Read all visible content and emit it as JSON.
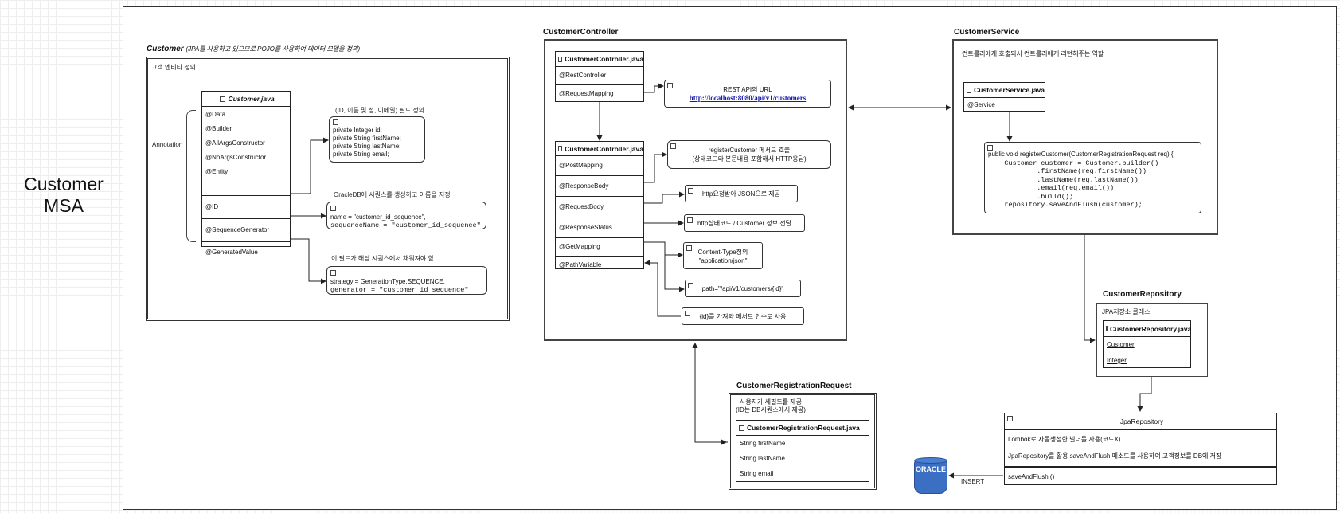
{
  "msa_label": [
    "Customer",
    "MSA"
  ],
  "customer": {
    "title_main": "Customer",
    "title_sub": "(JPA를 사용하고 있으므로 POJO를 사용하여 데이터 모델을 정의)",
    "box_label": "고객 엔티티 정의",
    "annotation_label": "Annotation",
    "class_name": "Customer.java",
    "annotations": [
      "@Data",
      "@Builder",
      "@AllArgsConstructor",
      "@NoArgsConstructor",
      "@Entity"
    ],
    "id_row": "@ID",
    "seq_row": "@SequenceGenerator",
    "gen_row": "@GeneratedValue",
    "note1_label": "(ID, 이름 및 성, 이메일) 필드 정의",
    "note1_lines": [
      "private Integer id;",
      "private String firstName;",
      "private String lastName;",
      "private String email;"
    ],
    "note2_label": "OracleDB에 시퀀스를 생성하고 이름을 지정",
    "note2_lines": [
      "name = \"customer_id_sequence\",",
      "sequenceName = \"customer_id_sequence\""
    ],
    "note3_label": "이 필드가 해당 시퀀스에서 채워져야 함",
    "note3_lines": [
      "strategy = GenerationType.SEQUENCE,",
      "generator = \"customer_id_sequence\""
    ]
  },
  "controller": {
    "title": "CustomerController",
    "class1_name": "CustomerController.java",
    "class1_rows": [
      "@RestController",
      "@RequestMapping"
    ],
    "url_label": "REST API의 URL",
    "url": "http://localhost:8080/api/v1/customers",
    "class2_name": "CustomerController.java",
    "class2_rows": [
      "@PostMapping",
      "@ResponseBody",
      "@RequestBody",
      "@ResponseStatus",
      "@GetMapping",
      "@PathVariable"
    ],
    "note_register": [
      "registerCustomer 메서드 호출",
      "(상태코드와 본문내용 포함해서 HTTP응답)"
    ],
    "note_json": "http요청받아 JSON으로 제공",
    "note_status": "http상태코드 / Customer 정보 전달",
    "note_content": [
      "Content-Type정의",
      "\"application/json\""
    ],
    "note_path": "path=\"/api/v1/customers/{id}\"",
    "note_id": "{id}를 가져와 메서드 인수로 사용"
  },
  "service": {
    "title": "CustomerService",
    "desc": "컨트롤러에게 호출되서 컨트롤러에게 리턴해주는 역할",
    "class_name": "CustomerService.java",
    "class_rows": [
      "@Service"
    ],
    "code_lines": [
      "public void registerCustomer(CustomerRegistrationRequest req) {",
      "    Customer customer = Customer.builder()",
      "            .firstName(req.firstName())",
      "            .lastName(req.lastName())",
      "            .email(req.email())",
      "            .build();",
      "    repository.saveAndFlush(customer);"
    ]
  },
  "repository": {
    "title": "CustomerRepository",
    "desc": "JPA저장소 클래스",
    "class_name": "CustomerRepository.java",
    "rows": [
      "Customer",
      "Integer"
    ]
  },
  "request": {
    "title": "CustomerRegistrationRequest",
    "desc": [
      "사용자가 세필드를 제공",
      "(ID는 DB시퀀스에서 제공)"
    ],
    "class_name": "CustomerRegistrationRequest.java",
    "rows": [
      "String firstName",
      "String lastName",
      "String email"
    ]
  },
  "jpa": {
    "class_name": "JpaRepository",
    "line1": "Lombok로 자동생성한 빌더를 사용(코드X)",
    "line2": "JpaRepository를 활용  saveAndFlush 메소드를 사용하여 고객정보를 DB에 저장",
    "method": "saveAndFlush ()"
  },
  "oracle": {
    "logo": "ORACLE",
    "insert_label": "INSERT"
  },
  "colors": {
    "oracle_blue": "#3a6fc4",
    "line": "#222222",
    "grid": "#eeeeee"
  }
}
